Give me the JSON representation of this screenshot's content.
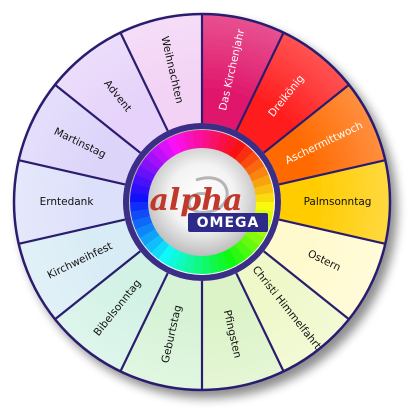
{
  "diagram": {
    "center_logo": {
      "alpha_text": "alpha",
      "omega_text": "OMEGA"
    },
    "segments": [
      {
        "label": "Das Kirchenjahr",
        "color": "#e0186c",
        "text_light": true
      },
      {
        "label": "Dreikönig",
        "color": "#ff1a1a",
        "text_light": true
      },
      {
        "label": "Aschermittwoch",
        "color": "#ff6a00",
        "text_light": true
      },
      {
        "label": "Palmsonntag",
        "color": "#ffcc00",
        "text_light": false
      },
      {
        "label": "Ostern",
        "color": "#fffacd",
        "text_light": false
      },
      {
        "label": "Christi Himmelfahrt",
        "color": "#eef8c8",
        "text_light": false
      },
      {
        "label": "Pfingsten",
        "color": "#dcf3c8",
        "text_light": false
      },
      {
        "label": "Geburtstag",
        "color": "#d6f3d6",
        "text_light": false
      },
      {
        "label": "Bibelsonntag",
        "color": "#d3f2e6",
        "text_light": false
      },
      {
        "label": "Kirchweihfest",
        "color": "#d8ecf5",
        "text_light": false
      },
      {
        "label": "Erntedank",
        "color": "#dde0fa",
        "text_light": false
      },
      {
        "label": "Martinstag",
        "color": "#ddd4fa",
        "text_light": false
      },
      {
        "label": "Advent",
        "color": "#e6d2fa",
        "text_light": false
      },
      {
        "label": "Weihnachten",
        "color": "#f2d2f5",
        "text_light": false
      }
    ],
    "colors": {
      "outline": "#2b1f6e",
      "hub_ring": "#3a2e86",
      "omega_bar": "#2d2a8a"
    }
  }
}
